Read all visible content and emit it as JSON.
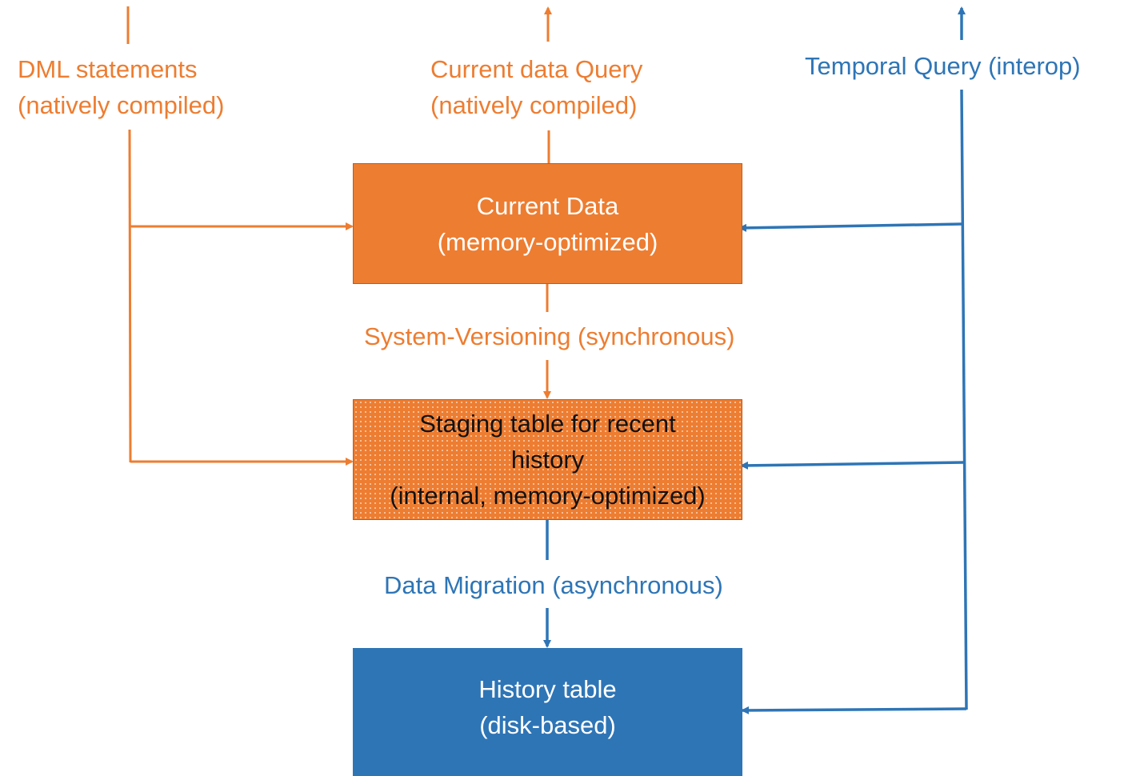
{
  "colors": {
    "orange": "#ed7d31",
    "orange_border": "#c55a11",
    "blue": "#2e75b6",
    "staging_text": "#111111"
  },
  "labels": {
    "dml_line1": "DML statements",
    "dml_line2": "(natively compiled)",
    "current_query_line1": "Current data Query",
    "current_query_line2": "(natively compiled)",
    "temporal_query": "Temporal Query (interop)",
    "system_versioning": "System-Versioning (synchronous)",
    "data_migration": "Data  Migration (asynchronous)"
  },
  "boxes": {
    "current": {
      "line1": "Current Data",
      "line2": "(memory-optimized)"
    },
    "staging": {
      "line1": "Staging table for recent",
      "line2": "history",
      "line3": "(internal, memory-optimized)"
    },
    "history": {
      "line1": "History table",
      "line2": "(disk-based)"
    }
  }
}
